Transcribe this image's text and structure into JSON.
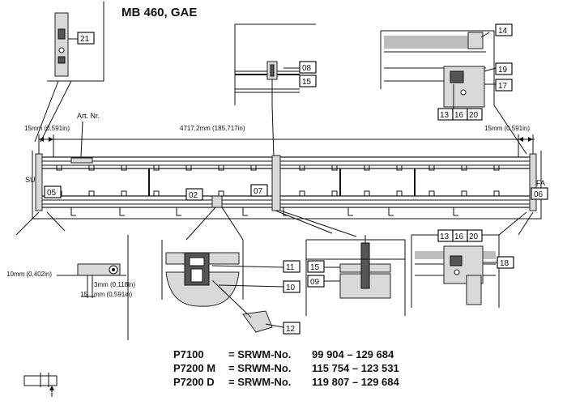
{
  "title": "MB 460, GAE",
  "dimensions": {
    "left_offset": "15mm (0,591in)",
    "right_offset": "15mm (0,591in)",
    "total_length": "4717,2mm (185,717in)",
    "clamp_height": "10mm (0,402in)",
    "gap_3": "3mm (0,118in)",
    "gap_15": "15",
    "gap_15_mm": "mm (0,591in)"
  },
  "labels": {
    "art_nr": "Art. Nr.",
    "su": "SU",
    "fa": "FA"
  },
  "callouts": [
    "21",
    "08",
    "15",
    "14",
    "19",
    "17",
    "13",
    "16",
    "20",
    "05",
    "02",
    "07",
    "06",
    "11",
    "10",
    "12",
    "15",
    "09",
    "13",
    "16",
    "20",
    "18"
  ],
  "serial_table": [
    {
      "model": "P7100",
      "eq": "= SRWM-No.",
      "range": "99 904 – 129 684"
    },
    {
      "model": "P7200 M",
      "eq": "= SRWM-No.",
      "range": "115 754 – 123 531"
    },
    {
      "model": "P7200 D",
      "eq": "= SRWM-No.",
      "range": "119 807 – 129 684"
    }
  ]
}
